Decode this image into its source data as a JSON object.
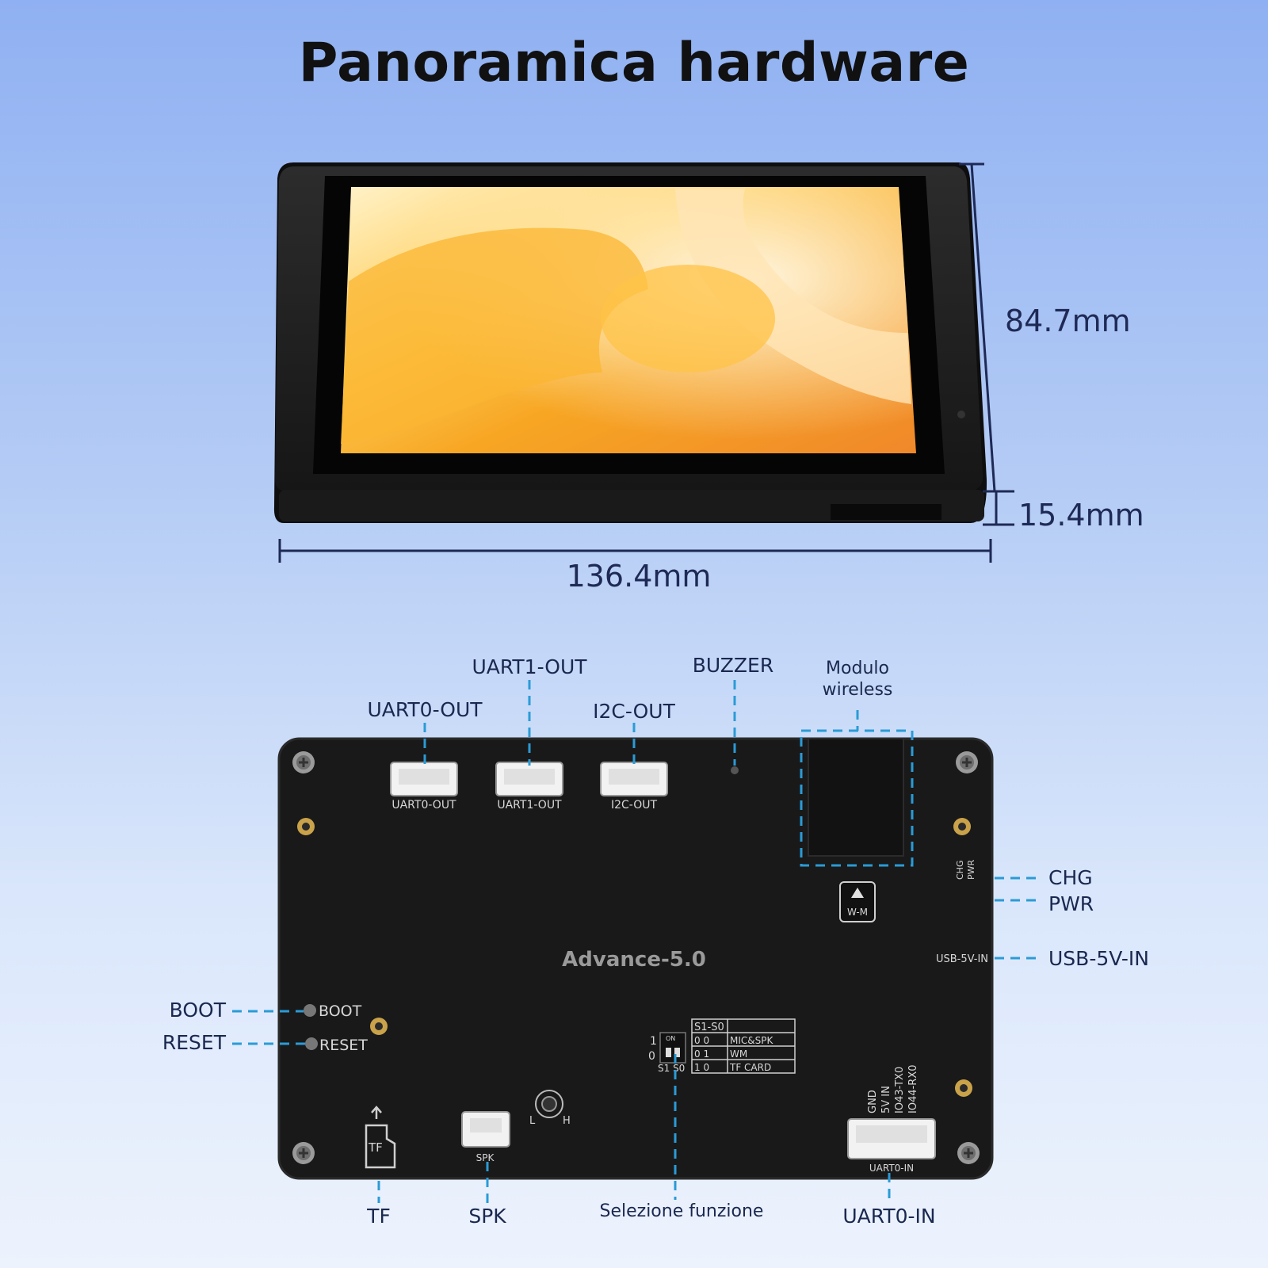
{
  "title": "Panoramica hardware",
  "dimensions": {
    "height": "84.7mm",
    "depth": "15.4mm",
    "width": "136.4mm"
  },
  "board": {
    "name": "Advance-5.0",
    "silkscreen": {
      "uart0_out": "UART0-OUT",
      "uart1_out": "UART1-OUT",
      "i2c_out": "I2C-OUT",
      "boot": "BOOT",
      "reset": "RESET",
      "usb": "USB-5V-IN",
      "chg": "CHG",
      "pwr": "PWR",
      "wm_button": "W-M",
      "spk": "SPK",
      "tf": "TF",
      "uart0_in": "UART0-IN",
      "pin_gnd": "GND",
      "pin_5v": "5V IN",
      "pin_tx": "IO43-TX0",
      "pin_rx": "IO44-RX0",
      "switch_title": "S1-S0",
      "switch_rows": [
        {
          "code": "0  0",
          "mode": "MIC&SPK"
        },
        {
          "code": "0  1",
          "mode": "WM"
        },
        {
          "code": "1  0",
          "mode": "TF CARD"
        }
      ],
      "switch_pos_1": "1",
      "switch_pos_0": "0",
      "switch_label": "S1  S0",
      "switch_on": "ON",
      "pot_low": "L",
      "pot_high": "H"
    }
  },
  "callouts": {
    "uart0_out": "UART0-OUT",
    "uart1_out": "UART1-OUT",
    "i2c_out": "I2C-OUT",
    "buzzer": "BUZZER",
    "wireless_line1": "Modulo",
    "wireless_line2": "wireless",
    "chg": "CHG",
    "pwr": "PWR",
    "usb": "USB-5V-IN",
    "boot": "BOOT",
    "reset": "RESET",
    "tf": "TF",
    "spk": "SPK",
    "function_select": "Selezione funzione",
    "uart0_in": "UART0-IN"
  },
  "colors": {
    "accent_leader": "#2a9bd6",
    "board": "#1c1c1c",
    "dimension_text": "#1e2a55"
  }
}
